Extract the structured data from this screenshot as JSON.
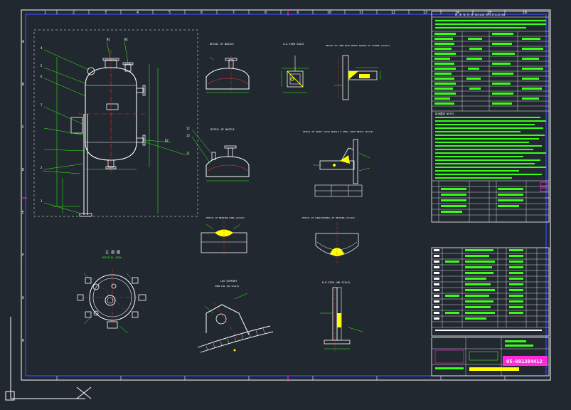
{
  "drawing": {
    "vertical_view_title": "立 视 图",
    "vertical_view_sub": "VERTICAL VIEW",
    "detail_nozzle_1": "DETAIL OF NOZZLE",
    "detail_nozzle_2": "DETAIL OF NOZZLE",
    "aa_view": "A-A VIEW SCALE",
    "detail_tube_support": "DETAIL OF TUBE WITH BRACE NOZZLE TO FLANGE (SCALE)",
    "detail_sight": "DETAIL OF SIGHT GLASS NOZZLE & SHELL WITH BRACE (SCALE)",
    "detail_bearing": "DETAIL OF BEARING RING (SCALE)",
    "detail_weld": "DETAIL OF LONGITUDINAL OF WELDING (SCALE)",
    "lug_support": "LUG SUPPORT",
    "lug_sub": "SHOW LUG (NO SCALE)",
    "bb_view": "B-B VIEW (NO SCALE)",
    "drawing_number": "05-001384412",
    "spec_title": "技 术 特 性 表 DESIGN SPECIFICATION",
    "notes_title": "技术要求 NOTES",
    "col_numbers": [
      "1",
      "2",
      "3",
      "4",
      "5",
      "6",
      "7",
      "8",
      "9",
      "10",
      "11",
      "12",
      "13",
      "14",
      "15",
      "16"
    ],
    "row_letters": [
      "A",
      "B",
      "C",
      "D",
      "E",
      "F",
      "G",
      "H"
    ]
  }
}
